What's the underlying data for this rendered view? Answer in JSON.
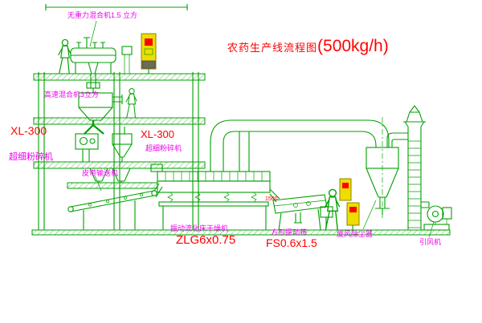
{
  "title": {
    "main": "农药生产线流程图",
    "capacity": "(500kg/h)"
  },
  "labels": {
    "top_mixer": "无重力混合机1.5 立方",
    "hs_mixer": "高速混合机3立方",
    "xl300_left_model": "XL-300",
    "xl300_left_name": "超细粉碎机",
    "xl300_right_model": "XL-300",
    "xl300_right_name": "超细粉碎机",
    "belt_conveyor": "皮带输送机",
    "dryer_name": "振动流化床干燥机",
    "dryer_model": "ZLG6x0.75",
    "sieve_name": "方形振动筛",
    "sieve_model": "FS0.6x1.5",
    "sieve_dim": "1500",
    "cyclone": "旋风除尘器",
    "fan": "引风机"
  },
  "colors": {
    "line": "#00a000",
    "magenta": "#ee00ee",
    "red": "#ff0000",
    "box_yellow": "#eedd00"
  }
}
